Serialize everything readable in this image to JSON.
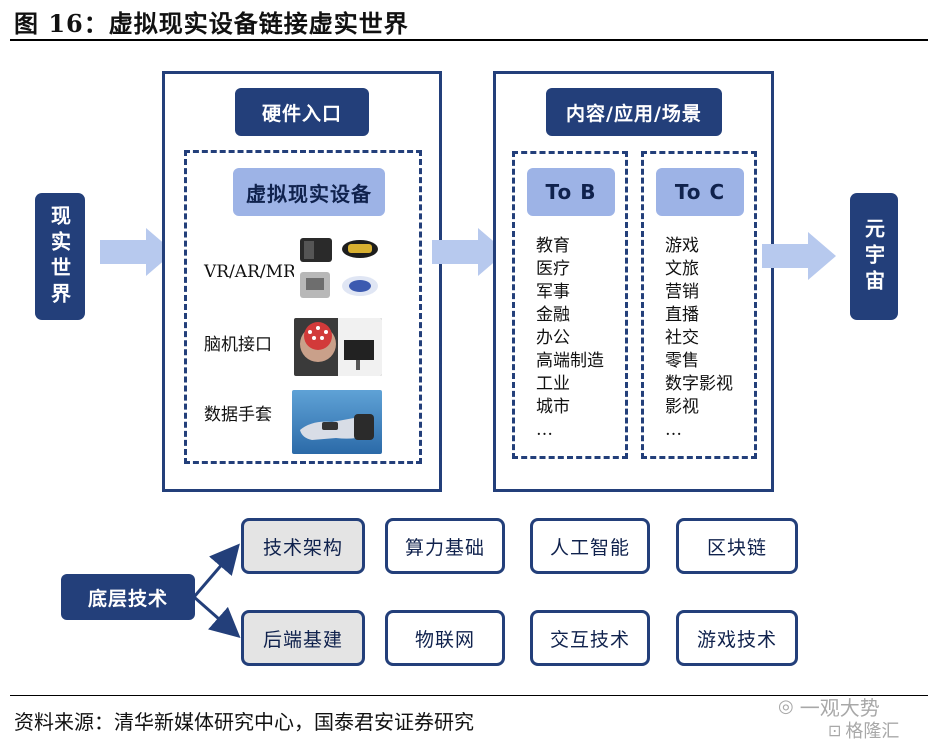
{
  "title": "图 16：虚拟现实设备链接虚实世界",
  "source": "资料来源：清华新媒体研究中心，国泰君安证券研究",
  "watermark": {
    "line1": "一观大势",
    "line2": "格隆汇"
  },
  "left_node": "现实世界",
  "right_node": "元宇宙",
  "hardware": {
    "header": "硬件入口",
    "subheader": "虚拟现实设备",
    "items": [
      {
        "label": "VR/AR/MR"
      },
      {
        "label": "脑机接口"
      },
      {
        "label": "数据手套"
      }
    ]
  },
  "content": {
    "header": "内容/应用/场景",
    "to_b": {
      "label": "To B",
      "items": [
        "教育",
        "医疗",
        "军事",
        "金融",
        "办公",
        "高端制造",
        "工业",
        "城市",
        "…"
      ]
    },
    "to_c": {
      "label": "To C",
      "items": [
        "游戏",
        "文旅",
        "营销",
        "直播",
        "社交",
        "零售",
        "数字影视",
        "影视",
        "…"
      ]
    }
  },
  "base": {
    "label": "底层技术",
    "row1": [
      "技术架构",
      "算力基础",
      "人工智能",
      "区块链"
    ],
    "row2": [
      "后端基建",
      "物联网",
      "交互技术",
      "游戏技术"
    ]
  },
  "colors": {
    "navy": "#233f7a",
    "light_blue": "#9db3e6",
    "arrow": "#b7c9ee",
    "grey": "#e4e4e4"
  }
}
